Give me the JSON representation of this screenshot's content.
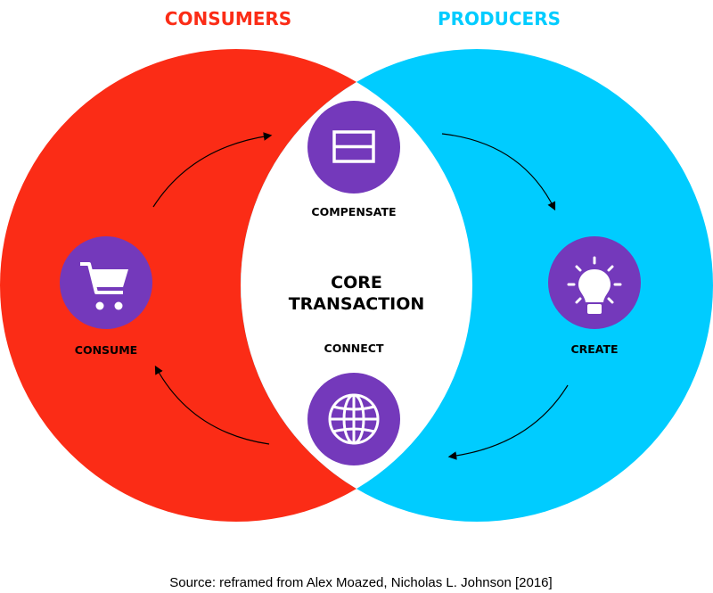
{
  "colors": {
    "consumers": "#fb2c16",
    "producers": "#00ccff",
    "icon": "#7439bb",
    "lens": "#ffffff"
  },
  "titles": {
    "consumers": "CONSUMERS",
    "producers": "PRODUCERS"
  },
  "center": {
    "line1": "CORE",
    "line2": "TRANSACTION"
  },
  "steps": {
    "compensate": {
      "label": "COMPENSATE",
      "icon": "card-icon"
    },
    "create": {
      "label": "CREATE",
      "icon": "lightbulb-icon"
    },
    "connect": {
      "label": "CONNECT",
      "icon": "globe-icon"
    },
    "consume": {
      "label": "CONSUME",
      "icon": "cart-icon"
    }
  },
  "source": "Source: reframed from Alex Moazed, Nicholas L. Johnson [2016]"
}
